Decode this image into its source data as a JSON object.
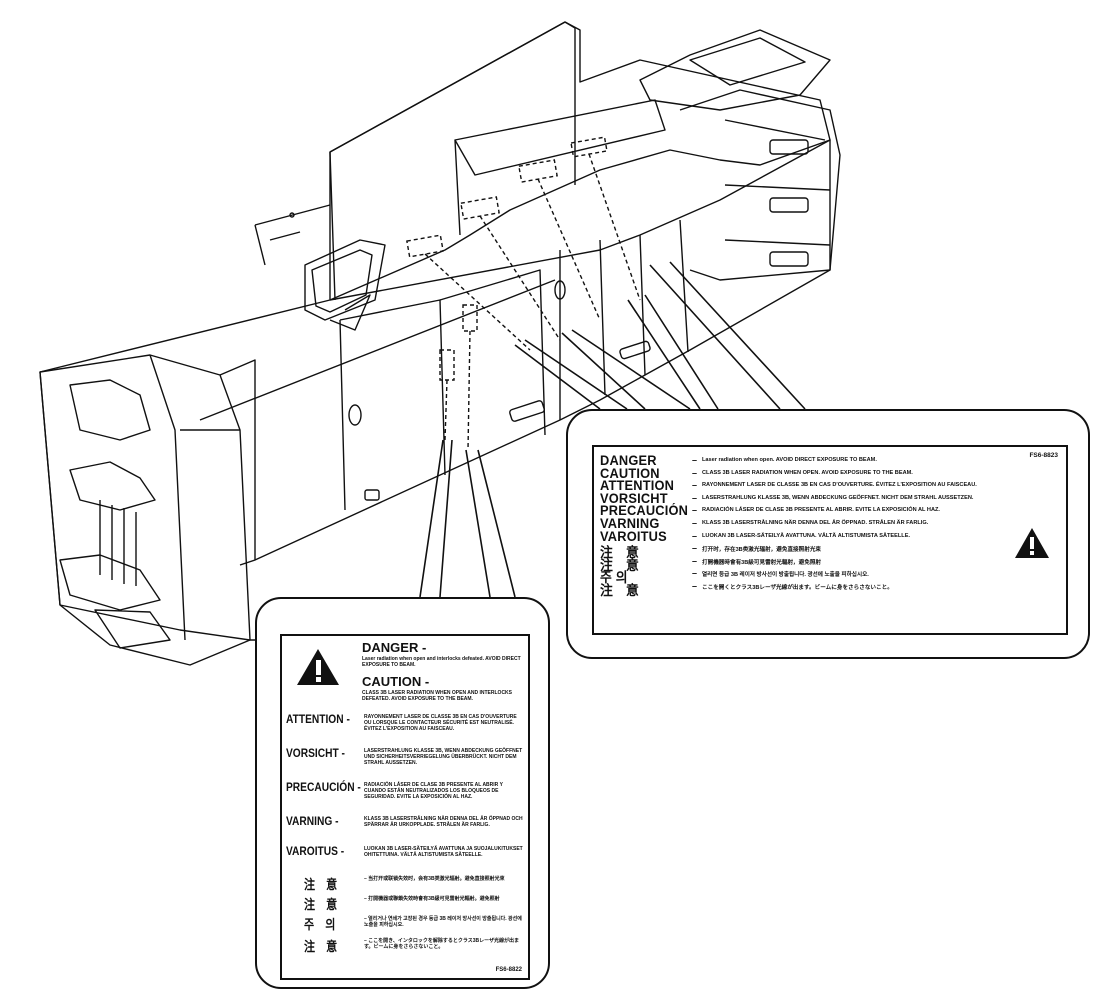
{
  "right_label": {
    "code": "FS6-8823",
    "rows": [
      {
        "word": "DANGER",
        "dash": "–",
        "text": "Laser radiation when open. AVOID DIRECT EXPOSURE TO BEAM."
      },
      {
        "word": "CAUTION",
        "dash": "–",
        "text": "CLASS 3B LASER RADIATION WHEN OPEN. AVOID EXPOSURE TO THE BEAM."
      },
      {
        "word": "ATTENTION",
        "dash": "–",
        "text": "RAYONNEMENT LASER DE CLASSE 3B EN CAS D'OUVERTURE. ÉVITEZ L'EXPOSITION AU FAISCEAU."
      },
      {
        "word": "VORSICHT",
        "dash": "–",
        "text": "LASERSTRAHLUNG KLASSE 3B, WENN ABDECKUNG GEÖFFNET. NICHT DEM STRAHL AUSSETZEN."
      },
      {
        "word": "PRECAUCIÓN",
        "dash": "–",
        "text": "RADIACIÓN LÁSER DE CLASE 3B PRESENTE AL ABRIR. EVITE LA EXPOSICIÓN AL HAZ."
      },
      {
        "word": "VARNING",
        "dash": "–",
        "text": "KLASS 3B LASERSTRÅLNING NÄR DENNA DEL ÄR ÖPPNAD. STRÅLEN ÄR FARLIG."
      },
      {
        "word": "VAROITUS",
        "dash": "–",
        "text": "LUOKAN 3B LASER-SÄTEILYÄ AVATTUNA. VÄLTÄ ALTISTUMISTA SÄTEELLE."
      },
      {
        "word": "注　意",
        "dash": "–",
        "text": "打开时，存在3B类激光辐射，避免直接照射光束"
      },
      {
        "word": "注　意",
        "dash": "–",
        "text": "打開機器時會有3B級可見雷射光輻射，避免照射"
      },
      {
        "word": "주 의",
        "dash": "–",
        "text": "열리면 등급 3B 레이저 방사선이 방출됩니다. 광선에 노출을 피하십시오."
      },
      {
        "word": "注　意",
        "dash": "–",
        "text": "ここを開くとクラス3Bレーザ光線が出ます。ビームに身をさらさないこと。"
      }
    ]
  },
  "bottom_label": {
    "code": "FS6-8822",
    "danger": {
      "word": "DANGER -",
      "text": "Laser radiation when open and interlocks defeated. AVOID DIRECT EXPOSURE TO BEAM."
    },
    "caution": {
      "word": "CAUTION -",
      "text": "CLASS 3B LASER RADIATION WHEN OPEN AND INTERLOCKS DEFEATED. AVOID EXPOSURE TO THE BEAM."
    },
    "rows": [
      {
        "word": "ATTENTION -",
        "text": "RAYONNEMENT LASER DE CLASSE 3B EN CAS D'OUVERTURE OU LORSQUE LE CONTACTEUR SÉCURITÉ EST NEUTRALISÉ. ÉVITEZ L'EXPOSITION AU FAISCEAU."
      },
      {
        "word": "VORSICHT -",
        "text": "LASERSTRAHLUNG KLASSE 3B, WENN ABDECKUNG GEÖFFNET UND SICHERHEITSVERRIEGELUNG ÜBERBRÜCKT. NICHT DEM STRAHL AUSSETZEN."
      },
      {
        "word": "PRECAUCIÓN -",
        "text": "RADIACIÓN LÁSER DE CLASE 3B PRESENTE AL ABRIR Y CUANDO ESTÁN NEUTRALIZADOS LOS BLOQUEOS DE SEGURIDAD. EVITE LA EXPOSICIÓN AL HAZ."
      },
      {
        "word": "VARNING -",
        "text": "KLASS 3B LASERSTRÅLNING NÄR DENNA DEL ÄR ÖPPNAD OCH SPÄRRAR ÄR URKOPPLADE. STRÅLEN ÄR FARLIG."
      },
      {
        "word": "VAROITUS -",
        "text": "LUOKAN 3B LASER-SÄTEILYÄ AVATTUNA JA SUOJALUKITUKSET OHITETTUINA. VÄLTÄ ALTISTUMISTA SÄTEELLE."
      },
      {
        "word": "注　意",
        "text": "– 当打开或联锁失效时，会有3B类激光辐射。避免直接照射光束"
      },
      {
        "word": "注　意",
        "text": "– 打開機器或聯鎖失效時會有3B級可見雷射光輻射。避免照射"
      },
      {
        "word": "주　의",
        "text": "– 열리거나 연쇄가 고장된 경우 등급 3B 레이저 방사선이 방출됩니다. 광선에 노출을 피하십시오."
      },
      {
        "word": "注　意",
        "text": "– ここを開き、インタロックを解除するとクラス3Bレーザ光線が出ます。ビームに身をさらさないこと。"
      }
    ]
  },
  "colors": {
    "ink": "#111111",
    "paper": "#ffffff"
  }
}
